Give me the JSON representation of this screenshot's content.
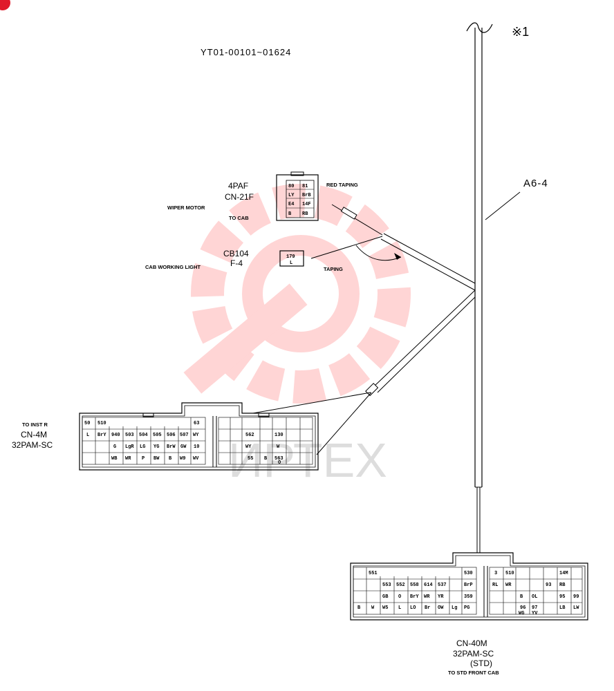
{
  "title": "YT01-00101~01624",
  "note_mark": "※1",
  "harness_label": "A6-4",
  "wiper_connector": {
    "name_line1": "4PAF",
    "name_line2": "CN-21F",
    "desc": "WIPER MOTOR",
    "sub": "TO CAB",
    "cells": [
      "80",
      "81",
      "LY",
      "BrB",
      "E4",
      "14F",
      "B",
      "RB"
    ]
  },
  "red_taping": "RED TAPING",
  "light_connector": {
    "name_line1": "CB104",
    "name_line2": "F-4",
    "desc": "CAB WORKING LIGHT",
    "cells": [
      "179",
      "L"
    ]
  },
  "taping": "TAPING",
  "cn4m": {
    "line1": "TO INST R",
    "line2": "CN-4M",
    "line3": "32PAM-SC",
    "cells": [
      "50",
      "510",
      "L",
      "BrY",
      "940",
      "503",
      "504",
      "505",
      "506",
      "507",
      "WY",
      "G",
      "LgR",
      "LG",
      "YG",
      "BrW",
      "GW",
      "WB",
      "WR",
      "P",
      "BW",
      "B",
      "W9",
      "63",
      "10",
      "WV",
      "562",
      "WY",
      "55",
      "B",
      "130",
      "W",
      "563",
      "O"
    ]
  },
  "cn40m": {
    "line1": "CN-40M",
    "line2": "32PAM-SC",
    "line3": "(STD)",
    "line4": "TO STD FRONT CAB",
    "cells": [
      "551",
      "553",
      "552",
      "558",
      "614",
      "537",
      "530",
      "BrP",
      "GB",
      "O",
      "BrY",
      "WR",
      "YR",
      "359",
      "B",
      "W",
      "W5",
      "L",
      "LO",
      "Br",
      "OW",
      "Lg",
      "PG",
      "3",
      "510",
      "RL",
      "WR",
      "B",
      "OL",
      "93",
      "RB",
      "95",
      "99",
      "96",
      "97",
      "WG",
      "YV",
      "LB",
      "LW",
      "14M"
    ]
  }
}
